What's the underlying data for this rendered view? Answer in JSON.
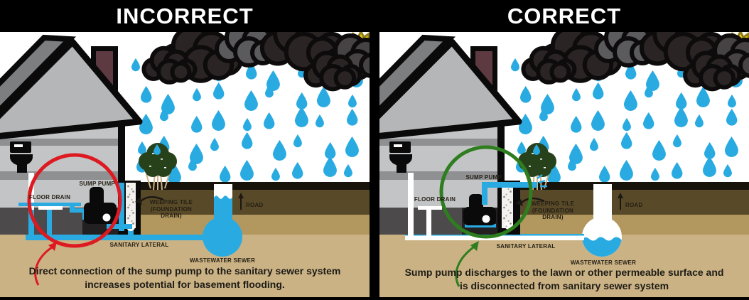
{
  "colors": {
    "water": "#29abe2",
    "rain": "#29abe2",
    "incorrect_highlight": "#dd1a21",
    "correct_highlight": "#2e7d1f"
  },
  "panels": [
    {
      "title": "INCORRECT",
      "labels": {
        "sump_pump": "SUMP PUMP",
        "floor_drain": "FLOOR DRAIN",
        "weeping_tile_1": "WEEPING TILE",
        "weeping_tile_2": "(FOUNDATION DRAIN)",
        "road": "ROAD",
        "sanitary_lateral": "SANITARY LATERAL",
        "wastewater_sewer": "WASTEWATER SEWER"
      },
      "caption_1": "Direct connection of the sump pump to the sanitary sewer system",
      "caption_2": "increases potential for basement flooding.",
      "highlight_color": "#dd1a21"
    },
    {
      "title": "CORRECT",
      "labels": {
        "sump_pump": "SUMP PUMP",
        "floor_drain": "FLOOR DRAIN",
        "weeping_tile_1": "WEEPING TILE",
        "weeping_tile_2": "(FOUNDATION DRAIN)",
        "road": "ROAD",
        "sanitary_lateral": "SANITARY LATERAL",
        "wastewater_sewer": "WASTEWATER SEWER"
      },
      "caption_1": "Sump pump discharges to the lawn or other permeable surface and",
      "caption_2": "is disconnected from sanitary sewer system",
      "highlight_color": "#2e7d1f"
    }
  ]
}
